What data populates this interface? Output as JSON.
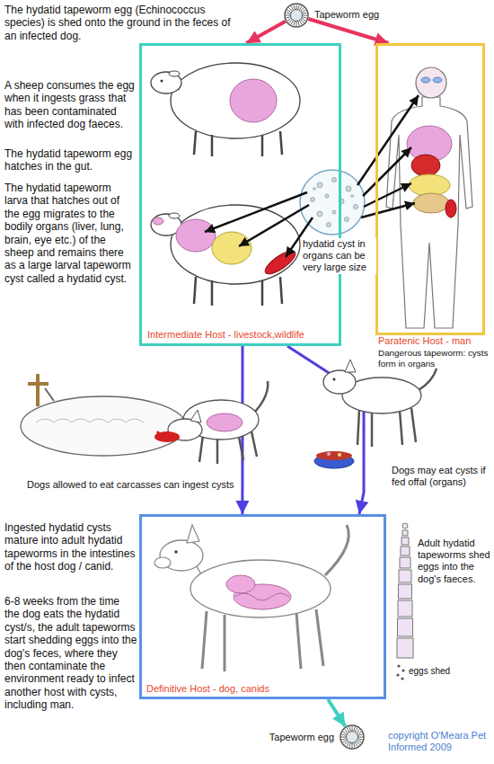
{
  "diagram": {
    "nodes": [
      {
        "text": [
          "Tapeworm egg"
        ]
      },
      {
        "text": [
          "Intermediate Host - livestock,wildlife"
        ]
      },
      {
        "text": [
          "Paratenic Host - man",
          "Dangerous tapeworm: cysts form in organs"
        ]
      },
      {
        "text": [
          "Definitive Host - dog, canids"
        ]
      },
      {
        "text": [
          "Tapeworm egg"
        ]
      }
    ],
    "edges": [
      {
        "from": 0,
        "to": 1,
        "arrow": "to"
      },
      {
        "from": 0,
        "to": 2,
        "arrow": "to"
      },
      {
        "from": 1,
        "to": 3,
        "arrow": "to"
      },
      {
        "from": 1,
        "to": 3,
        "arrow": "to"
      },
      {
        "from": 3,
        "to": 4,
        "arrow": "to"
      }
    ],
    "labels": [
      "The hydatid tapeworm egg (Echinococcus species) is shed onto the ground in the feces of an infected dog.",
      "A sheep consumes the egg when it ingests grass that has been contaminated with infected dog faeces.",
      "The hydatid tapeworm egg hatches in the gut.",
      "The hydatid tapeworm larva that hatches out of the egg migrates to the bodily organs (liver, lung, brain, eye etc.) of the sheep and remains there as a large larval tapeworm cyst called a hydatid cyst.",
      "hydatid cyst in organs can be very large size",
      "Dogs allowed to eat carcasses can ingest cysts",
      "Dogs may eat cysts if fed offal (organs)",
      "Ingested hydatid cysts mature into adult hydatid tapeworms in the intestines of the host dog / canid.",
      "6-8 weeks from the time the dog eats the hydatid cyst/s, the adult tapeworms start shedding eggs into the dog's feces, where they then contaminate the environment ready to infect another host with cysts, including man.",
      "Adult hydatid tapeworms shed eggs into the dog's faeces.",
      "eggs shed",
      "copyright O'Meara Pet Informed 2009"
    ]
  }
}
